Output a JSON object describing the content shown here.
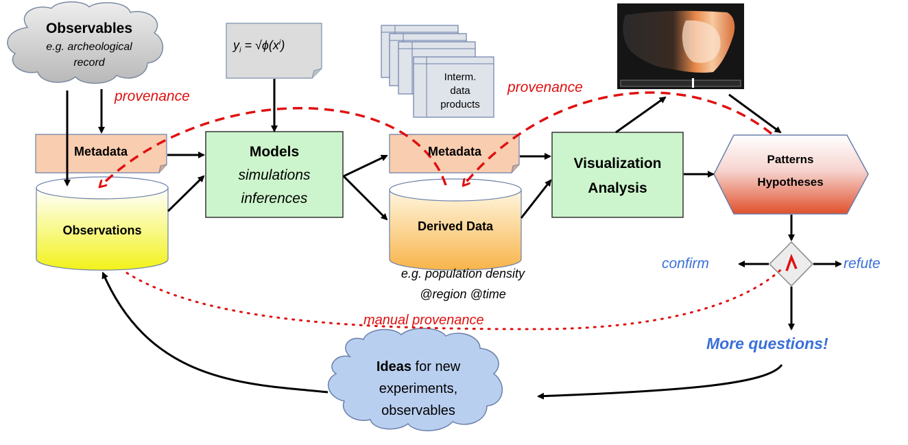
{
  "observables": {
    "title": "Observables",
    "line1": "e.g. archeological",
    "line2": "record"
  },
  "formula": {
    "lhs": "y",
    "lhs_sub": "i",
    "rhs": " = √ϕ(x",
    "rhs_sup": "i",
    "rhs_end": ")"
  },
  "interm": {
    "line1": "Interm.",
    "line2": "data",
    "line3": "products"
  },
  "provenance_left": "provenance",
  "provenance_right": "provenance",
  "metadata_left": "Metadata",
  "metadata_mid": "Metadata",
  "observations": "Observations",
  "models": {
    "title": "Models",
    "line1": "simulations",
    "line2": "inferences"
  },
  "derived": "Derived Data",
  "derived_note": {
    "line1": "e.g. population density",
    "line2": "@region @time"
  },
  "visualization": {
    "line1": "Visualization",
    "line2": "Analysis"
  },
  "patterns": {
    "line1": "Patterns",
    "line2": "Hypotheses"
  },
  "confirm": "confirm",
  "refute": "refute",
  "more_questions": "More questions!",
  "manual_provenance": "manual provenance",
  "ideas": {
    "bold": "Ideas",
    "rest": " for new",
    "line2": "experiments,",
    "line3": "observables"
  },
  "colors": {
    "provenance": "#e01010",
    "question_blue": "#3a6fd8",
    "model_green": "#cdf5cd",
    "metadata_peach": "#f9cdb0"
  }
}
